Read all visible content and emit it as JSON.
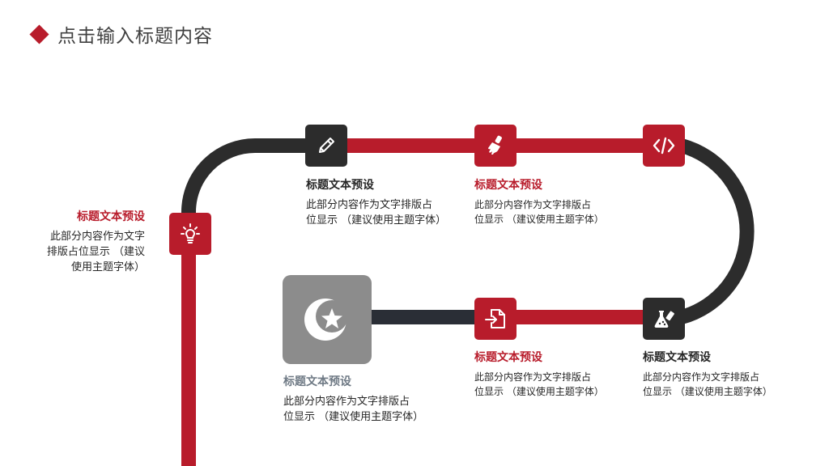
{
  "title": "点击输入标题内容",
  "colors": {
    "accent": "#b81c2b",
    "dark": "#2c2c2c",
    "gray": "#8c8c8c",
    "heading_gray": "#6f7a85"
  },
  "steps": [
    {
      "icon": "lightbulb-icon",
      "heading": "标题文本预设",
      "body": [
        "此部分内容作为文字",
        "排版占位显示 （建议",
        "使用主题字体）"
      ]
    },
    {
      "icon": "pencil-icon",
      "heading": "标题文本预设",
      "body": [
        "此部分内容作为文字排版占",
        "位显示 （建议使用主题字体）"
      ]
    },
    {
      "icon": "paint-brush-icon",
      "heading": "标题文本预设",
      "body": [
        "此部分内容作为文字排版占",
        "位显示 （建议使用主题字体）"
      ]
    },
    {
      "icon": "code-icon",
      "heading": "",
      "body": []
    },
    {
      "icon": "flask-icon",
      "heading": "标题文本预设",
      "body": [
        "此部分内容作为文字排版占",
        "位显示 （建议使用主题字体）"
      ]
    },
    {
      "icon": "file-import-icon",
      "heading": "标题文本预设",
      "body": [
        "此部分内容作为文字排版占",
        "位显示 （建议使用主题字体）"
      ]
    },
    {
      "icon": "star-crescent-icon",
      "heading": "标题文本预设",
      "body": [
        "此部分内容作为文字排版占",
        "位显示 （建议使用主题字体）"
      ]
    }
  ]
}
